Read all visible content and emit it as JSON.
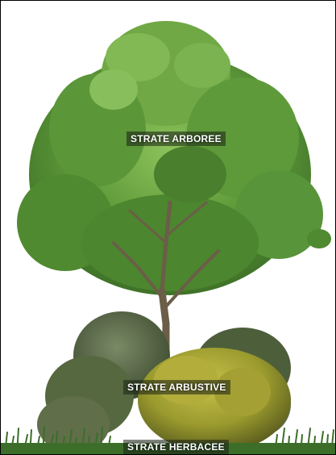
{
  "labels": {
    "arboree": "STRATE ARBOREE",
    "arbustive": "STRATE ARBUSTIVE",
    "herbacee": "STRATE HERBACEE"
  },
  "colors": {
    "tree_canopy": "#5f9a3a",
    "tree_canopy_light": "#8cc25a",
    "tree_canopy_dark": "#3f7228",
    "trunk": "#6b5e48",
    "shrub_dark": "#4d5e3a",
    "shrub_yellow": "#9a9a2e",
    "grass": "#3c6e2a",
    "label_text": "#ffffff"
  }
}
